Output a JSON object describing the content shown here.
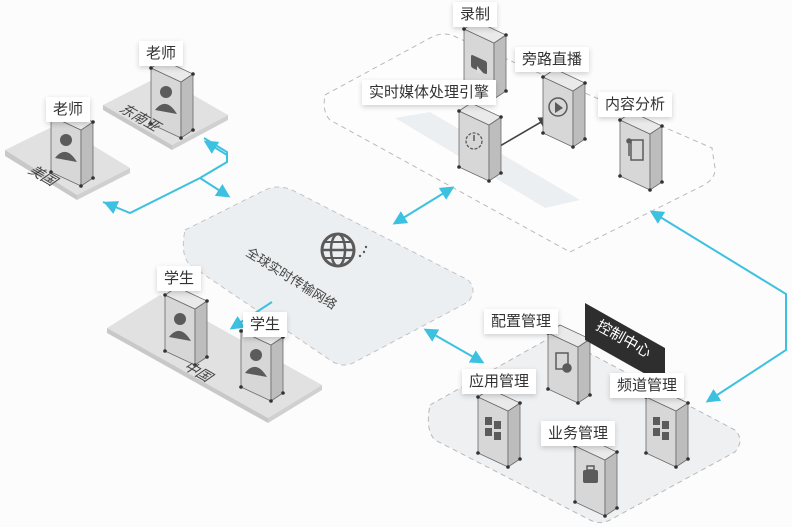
{
  "colors": {
    "connector": "#3cc1e0",
    "plate": "#e1e1e1",
    "plate_edge": "#c6c6c6",
    "zone": "#eef0f2",
    "dash": "#b9b9b9",
    "device_face": "#d5d5d5",
    "device_side": "#bdbdbd",
    "device_icon": "#5b5b5b",
    "dark_tag": "#2e2e2e"
  },
  "regions": {
    "usa": {
      "name": "美国",
      "role": "老师",
      "icon": "user-icon"
    },
    "sea": {
      "name": "东南亚",
      "role": "老师",
      "icon": "user-icon"
    },
    "china": {
      "name": "中国",
      "roles": [
        "学生",
        "学生"
      ],
      "icon": "user-icon"
    }
  },
  "network": {
    "name": "全球实时传输网络",
    "icon": "globe-icon"
  },
  "media": {
    "nodes": [
      {
        "label": "录制",
        "icon": "video-icon"
      },
      {
        "label": "旁路直播",
        "icon": "play-icon"
      },
      {
        "label": "实时媒体处理引擎",
        "icon": "gauge-icon"
      },
      {
        "label": "内容分析",
        "icon": "analysis-icon"
      }
    ]
  },
  "control": {
    "title": "控制中心",
    "nodes": [
      {
        "label": "配置管理",
        "icon": "config-icon"
      },
      {
        "label": "应用管理",
        "icon": "grid-icon"
      },
      {
        "label": "频道管理",
        "icon": "grid-icon"
      },
      {
        "label": "业务管理",
        "icon": "briefcase-icon"
      }
    ]
  }
}
